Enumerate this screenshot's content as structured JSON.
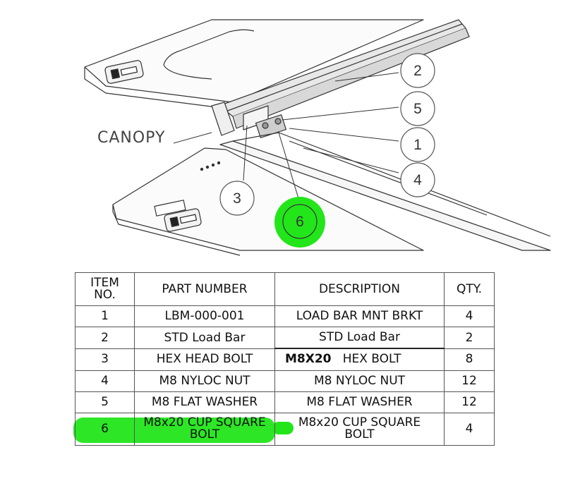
{
  "drawing": {
    "canopy_label": "CANOPY",
    "balloons": [
      "1",
      "2",
      "3",
      "4",
      "5",
      "6"
    ],
    "highlight_color": "#22e61a"
  },
  "bom": {
    "headers": {
      "item": [
        "ITEM",
        "NO."
      ],
      "part_number": "PART NUMBER",
      "description": "DESCRIPTION",
      "qty": "QTY."
    },
    "rows": [
      {
        "item": "1",
        "part_number": "LBM-000-001",
        "description": "LOAD BAR MNT BRKT",
        "qty": "4"
      },
      {
        "item": "2",
        "part_number": "STD Load Bar",
        "description": "STD Load Bar",
        "qty": "2"
      },
      {
        "item": "3",
        "part_number": "HEX HEAD BOLT",
        "description_bold": "M8X20",
        "description": "HEX BOLT",
        "qty": "8"
      },
      {
        "item": "4",
        "part_number": "M8 NYLOC NUT",
        "description": "M8 NYLOC NUT",
        "qty": "12"
      },
      {
        "item": "5",
        "part_number": "M8 FLAT WASHER",
        "description": "M8 FLAT WASHER",
        "qty": "12"
      },
      {
        "item": "6",
        "part_number": [
          "M8x20 CUP SQUARE",
          "BOLT"
        ],
        "description": [
          "M8x20 CUP SQUARE",
          "BOLT"
        ],
        "qty": "4"
      }
    ]
  }
}
